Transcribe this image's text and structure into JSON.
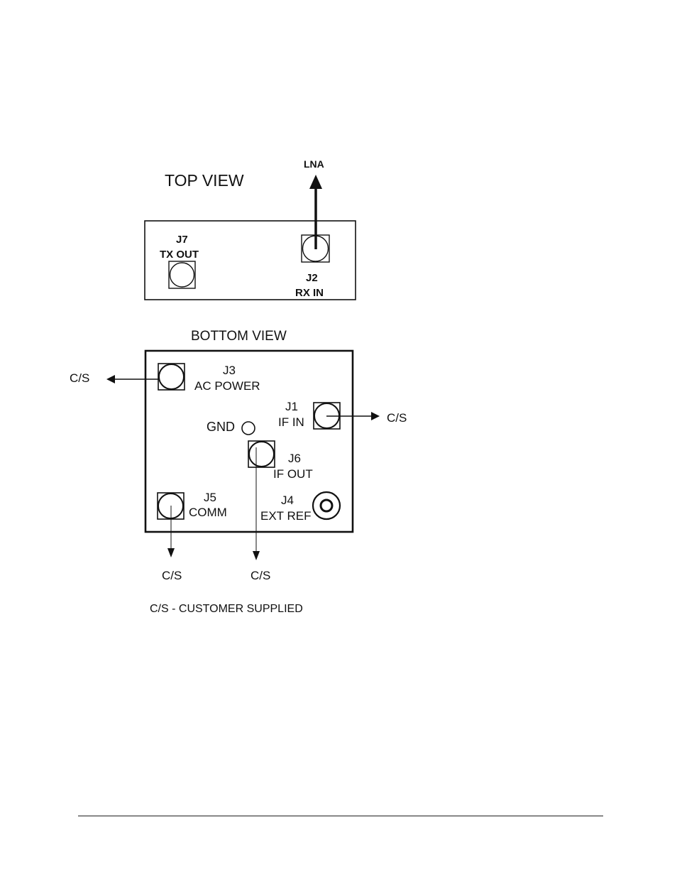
{
  "top_view": {
    "title": "TOP VIEW",
    "lna_label": "LNA",
    "j7": {
      "id": "J7",
      "name": "TX OUT"
    },
    "j2": {
      "id": "J2",
      "name": "RX IN"
    }
  },
  "bottom_view": {
    "title": "BOTTOM VIEW",
    "j3": {
      "id": "J3",
      "name": "AC POWER",
      "dest": "C/S"
    },
    "j1": {
      "id": "J1",
      "name": "IF IN",
      "dest": "C/S"
    },
    "gnd": {
      "name": "GND"
    },
    "j6": {
      "id": "J6",
      "name": "IF OUT",
      "dest": "C/S"
    },
    "j5": {
      "id": "J5",
      "name": "COMM",
      "dest": "C/S"
    },
    "j4": {
      "id": "J4",
      "name": "EXT REF"
    }
  },
  "legend": "C/S - CUSTOMER SUPPLIED"
}
